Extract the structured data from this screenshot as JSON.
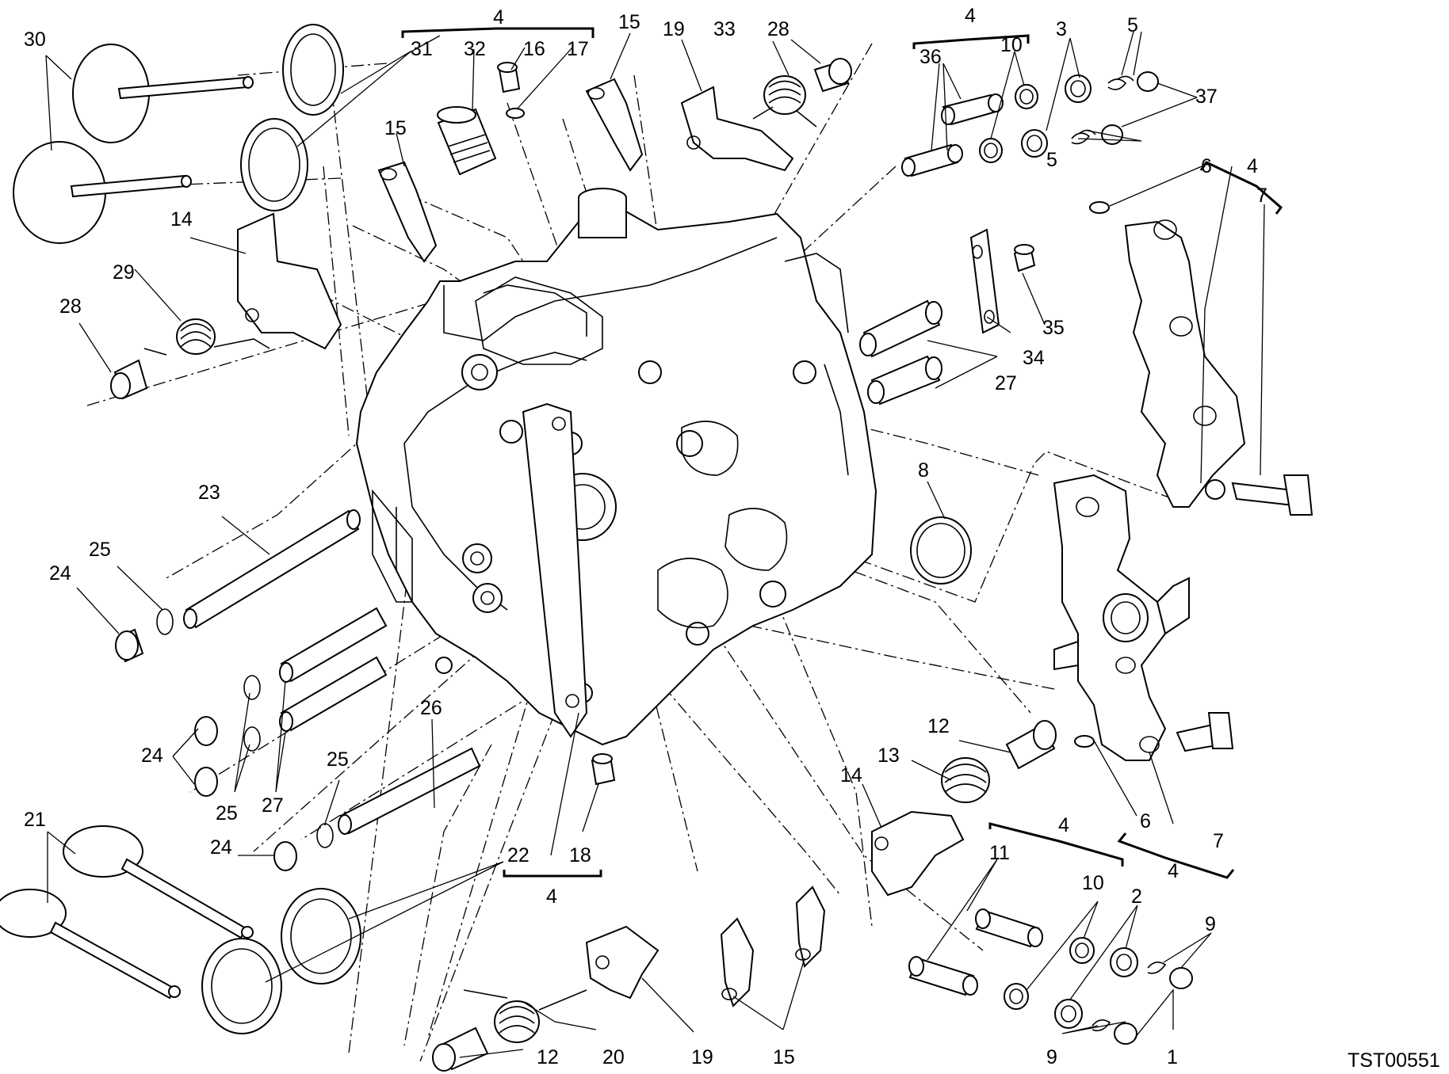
{
  "diagram": {
    "drawing_code": "TST00551",
    "callouts": [
      {
        "id": "c1",
        "text": "30"
      },
      {
        "id": "c2",
        "text": "31"
      },
      {
        "id": "c3",
        "text": "4"
      },
      {
        "id": "c4",
        "text": "32"
      },
      {
        "id": "c5",
        "text": "16"
      },
      {
        "id": "c6",
        "text": "17"
      },
      {
        "id": "c7",
        "text": "15"
      },
      {
        "id": "c8",
        "text": "19"
      },
      {
        "id": "c9",
        "text": "33"
      },
      {
        "id": "c10",
        "text": "28"
      },
      {
        "id": "c11",
        "text": "4"
      },
      {
        "id": "c12",
        "text": "36"
      },
      {
        "id": "c13",
        "text": "10"
      },
      {
        "id": "c14",
        "text": "3"
      },
      {
        "id": "c15",
        "text": "5"
      },
      {
        "id": "c16",
        "text": "37"
      },
      {
        "id": "c17",
        "text": "5"
      },
      {
        "id": "c18",
        "text": "4"
      },
      {
        "id": "c19",
        "text": "6"
      },
      {
        "id": "c20",
        "text": "7"
      },
      {
        "id": "c21",
        "text": "15"
      },
      {
        "id": "c22",
        "text": "14"
      },
      {
        "id": "c23",
        "text": "29"
      },
      {
        "id": "c24",
        "text": "28"
      },
      {
        "id": "c25",
        "text": "35"
      },
      {
        "id": "c26",
        "text": "34"
      },
      {
        "id": "c27",
        "text": "27"
      },
      {
        "id": "c28",
        "text": "8"
      },
      {
        "id": "c29",
        "text": "23"
      },
      {
        "id": "c30",
        "text": "25"
      },
      {
        "id": "c31",
        "text": "24"
      },
      {
        "id": "c32",
        "text": "26"
      },
      {
        "id": "c33",
        "text": "24"
      },
      {
        "id": "c34",
        "text": "25"
      },
      {
        "id": "c35",
        "text": "27"
      },
      {
        "id": "c36",
        "text": "25"
      },
      {
        "id": "c37",
        "text": "24"
      },
      {
        "id": "c38",
        "text": "21"
      },
      {
        "id": "c39",
        "text": "22"
      },
      {
        "id": "c40",
        "text": "18"
      },
      {
        "id": "c41",
        "text": "4"
      },
      {
        "id": "c42",
        "text": "12"
      },
      {
        "id": "c43",
        "text": "13"
      },
      {
        "id": "c44",
        "text": "14"
      },
      {
        "id": "c45",
        "text": "6"
      },
      {
        "id": "c46",
        "text": "7"
      },
      {
        "id": "c47",
        "text": "4"
      },
      {
        "id": "c48",
        "text": "4"
      },
      {
        "id": "c49",
        "text": "11"
      },
      {
        "id": "c50",
        "text": "10"
      },
      {
        "id": "c51",
        "text": "2"
      },
      {
        "id": "c52",
        "text": "9"
      },
      {
        "id": "c53",
        "text": "9"
      },
      {
        "id": "c54",
        "text": "1"
      },
      {
        "id": "c55",
        "text": "12"
      },
      {
        "id": "c56",
        "text": "20"
      },
      {
        "id": "c57",
        "text": "19"
      },
      {
        "id": "c58",
        "text": "15"
      }
    ]
  }
}
